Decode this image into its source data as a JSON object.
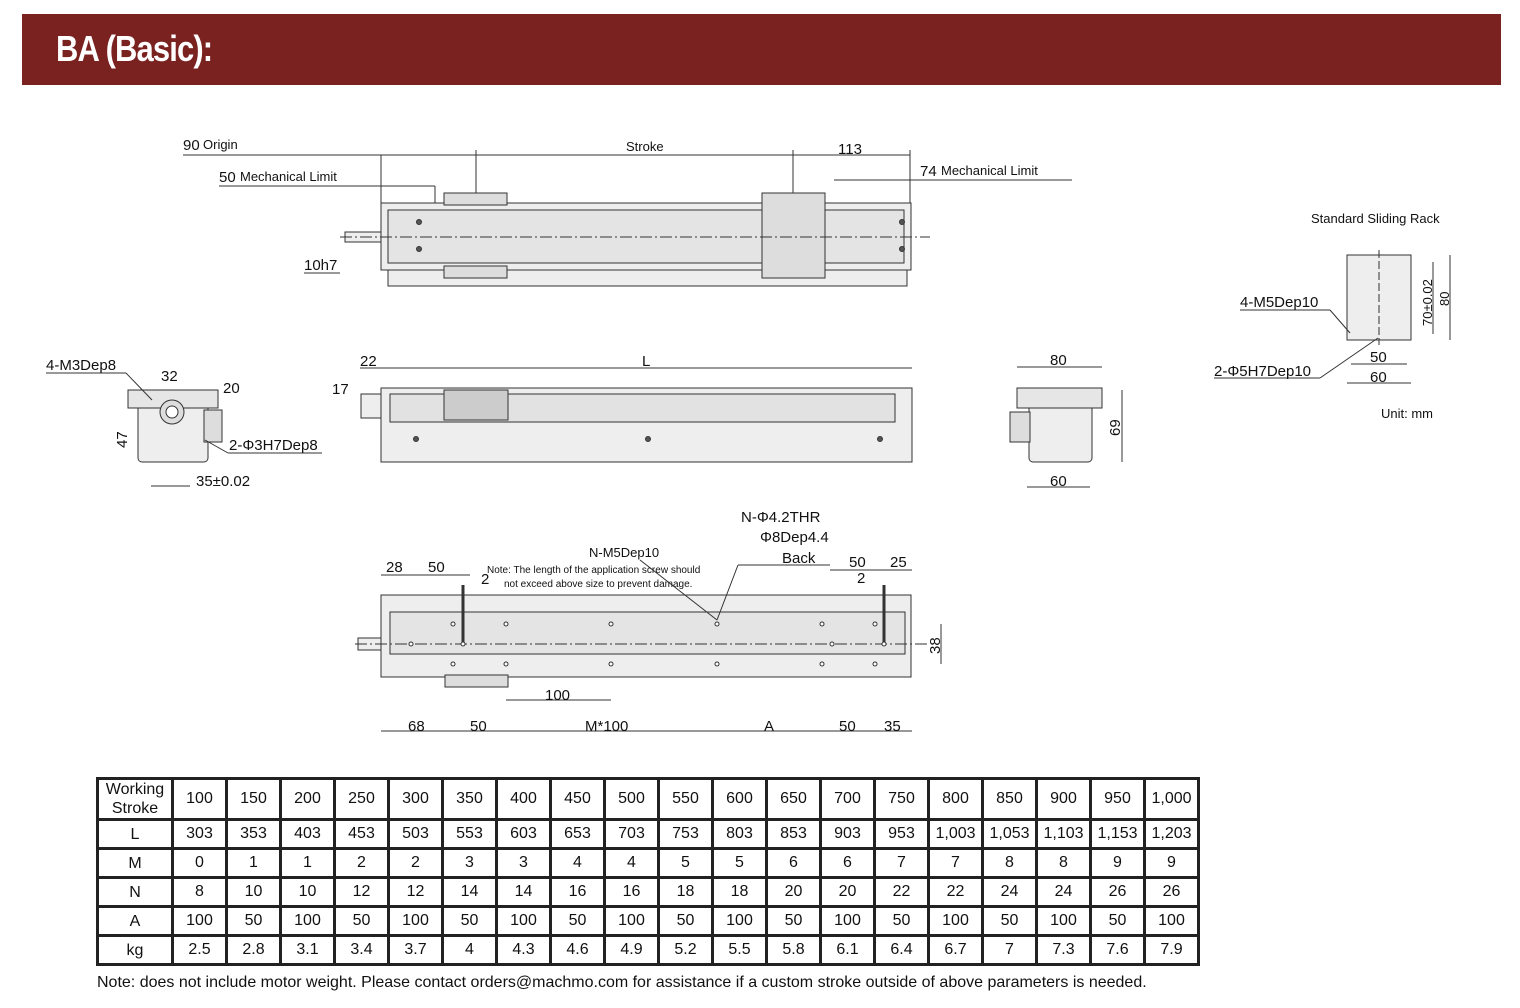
{
  "header": {
    "title": "BA (Basic):"
  },
  "drawing": {
    "top_view": {
      "origin": "90",
      "origin_label": "Origin",
      "mech_limit_left": "50",
      "mech_limit_left_label": "Mechanical Limit",
      "stroke_label": "Stroke",
      "right_dim": "113",
      "mech_limit_right": "74",
      "mech_limit_right_label": "Mechanical Limit",
      "shaft": "10h7"
    },
    "end_view_left": {
      "tap": "4-M3Dep8",
      "w32": "32",
      "w20": "20",
      "h47": "47",
      "pin": "2-Φ3H7Dep8",
      "w35": "35±0.02"
    },
    "side_view": {
      "d22": "22",
      "L": "L",
      "d17": "17"
    },
    "end_view_right": {
      "w80": "80",
      "h69": "69",
      "w60": "60"
    },
    "sliding_rack": {
      "title": "Standard Sliding Rack",
      "tap": "4-M5Dep10",
      "pin": "2-Φ5H7Dep10",
      "h70": "70±0.02",
      "h80": "80",
      "w50": "50",
      "w60": "60",
      "unit": "Unit: mm"
    },
    "bottom_view": {
      "thr": "N-Φ4.2THR",
      "cbore": "Φ8Dep4.4",
      "back": "Back",
      "m5": "N-M5Dep10",
      "note1": "Note: The length of the application screw should",
      "note2": "not exceed above size to prevent damage.",
      "d28": "28",
      "d50l": "50",
      "d2l": "2",
      "d50r": "50",
      "d2r": "2",
      "d25": "25",
      "d38": "38",
      "d100": "100",
      "d68": "68",
      "d50a": "50",
      "m100": "M*100",
      "A": "A",
      "d50b": "50",
      "d35": "35"
    }
  },
  "table": {
    "rows": [
      {
        "label": "Working Stroke",
        "values": [
          "100",
          "150",
          "200",
          "250",
          "300",
          "350",
          "400",
          "450",
          "500",
          "550",
          "600",
          "650",
          "700",
          "750",
          "800",
          "850",
          "900",
          "950",
          "1,000"
        ]
      },
      {
        "label": "L",
        "values": [
          "303",
          "353",
          "403",
          "453",
          "503",
          "553",
          "603",
          "653",
          "703",
          "753",
          "803",
          "853",
          "903",
          "953",
          "1,003",
          "1,053",
          "1,103",
          "1,153",
          "1,203"
        ]
      },
      {
        "label": "M",
        "values": [
          "0",
          "1",
          "1",
          "2",
          "2",
          "3",
          "3",
          "4",
          "4",
          "5",
          "5",
          "6",
          "6",
          "7",
          "7",
          "8",
          "8",
          "9",
          "9"
        ]
      },
      {
        "label": "N",
        "values": [
          "8",
          "10",
          "10",
          "12",
          "12",
          "14",
          "14",
          "16",
          "16",
          "18",
          "18",
          "20",
          "20",
          "22",
          "22",
          "24",
          "24",
          "26",
          "26"
        ]
      },
      {
        "label": "A",
        "values": [
          "100",
          "50",
          "100",
          "50",
          "100",
          "50",
          "100",
          "50",
          "100",
          "50",
          "100",
          "50",
          "100",
          "50",
          "100",
          "50",
          "100",
          "50",
          "100"
        ]
      },
      {
        "label": "kg",
        "values": [
          "2.5",
          "2.8",
          "3.1",
          "3.4",
          "3.7",
          "4",
          "4.3",
          "4.6",
          "4.9",
          "5.2",
          "5.5",
          "5.8",
          "6.1",
          "6.4",
          "6.7",
          "7",
          "7.3",
          "7.6",
          "7.9"
        ]
      }
    ]
  },
  "footnote": "Note: does not include motor weight. Please contact orders@machmo.com for assistance if a custom stroke outside of above parameters is needed."
}
